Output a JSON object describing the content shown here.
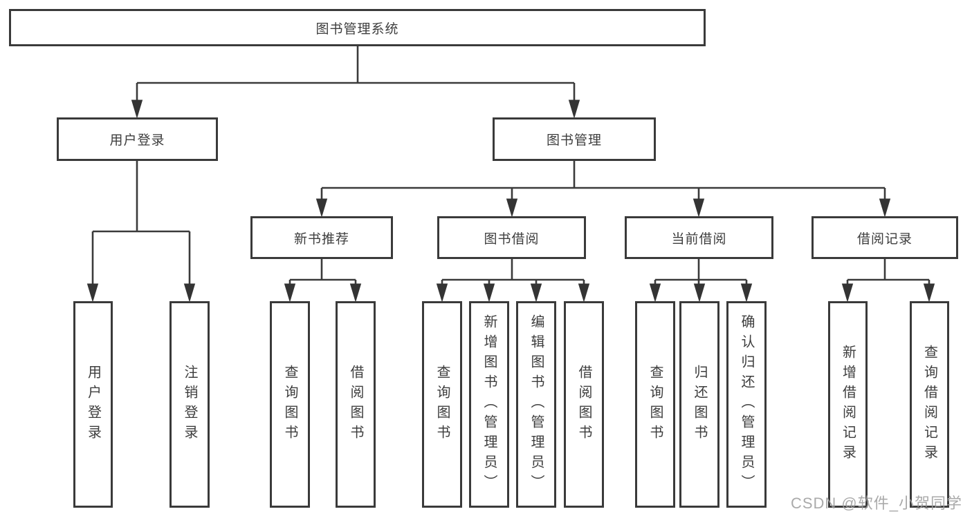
{
  "diagram": {
    "root": {
      "label": "图书管理系统"
    },
    "branches": [
      {
        "label": "用户登录",
        "leaves": [
          {
            "label": "用户登录"
          },
          {
            "label": "注销登录"
          }
        ]
      },
      {
        "label": "图书管理",
        "groups": [
          {
            "label": "新书推荐",
            "leaves": [
              {
                "label": "查询图书"
              },
              {
                "label": "借阅图书"
              }
            ]
          },
          {
            "label": "图书借阅",
            "leaves": [
              {
                "label": "查询图书"
              },
              {
                "label": "新增图书（管理员）"
              },
              {
                "label": "编辑图书（管理员）"
              },
              {
                "label": "借阅图书"
              }
            ]
          },
          {
            "label": "当前借阅",
            "leaves": [
              {
                "label": "查询图书"
              },
              {
                "label": "归还图书"
              },
              {
                "label": "确认归还（管理员）"
              }
            ]
          },
          {
            "label": "借阅记录",
            "leaves": [
              {
                "label": "新增借阅记录"
              },
              {
                "label": "查询借阅记录"
              }
            ]
          }
        ]
      }
    ]
  },
  "watermark": "CSDN @软件_小贺同学",
  "colors": {
    "line": "#3a3a3a",
    "text": "#3d3d3d",
    "box_background": "#ffffff",
    "watermark": "#9e9e9e"
  }
}
